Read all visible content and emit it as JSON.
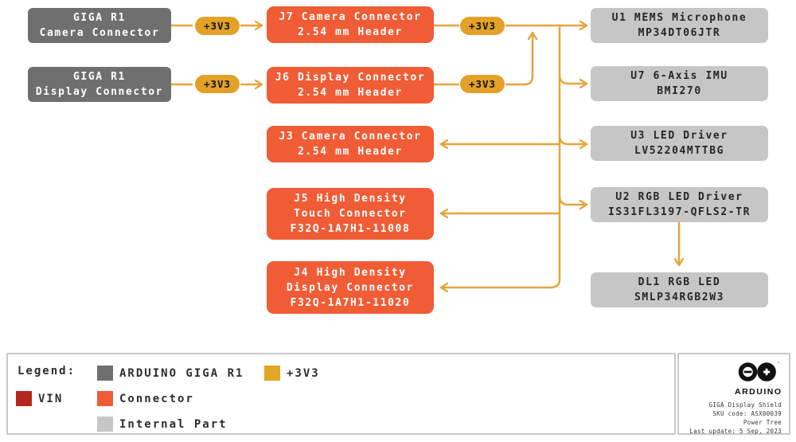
{
  "diagram": {
    "badge_label": "+3V3",
    "nodes": {
      "giga_camera": {
        "lines": [
          "GIGA R1",
          "Camera Connector"
        ]
      },
      "giga_display": {
        "lines": [
          "GIGA R1",
          "Display Connector"
        ]
      },
      "j7": {
        "lines": [
          "J7 Camera Connector",
          "2.54 mm Header"
        ]
      },
      "j6": {
        "lines": [
          "J6 Display Connector",
          "2.54 mm Header"
        ]
      },
      "j3": {
        "lines": [
          "J3 Camera Connector",
          "2.54 mm Header"
        ]
      },
      "j5": {
        "lines": [
          "J5 High Density",
          "Touch Connector",
          "F32Q-1A7H1-11008"
        ]
      },
      "j4": {
        "lines": [
          "J4 High Density",
          "Display Connector",
          "F32Q-1A7H1-11020"
        ]
      },
      "u1": {
        "lines": [
          "U1 MEMS Microphone",
          "MP34DT06JTR"
        ]
      },
      "u7": {
        "lines": [
          "U7 6-Axis IMU",
          "BMI270"
        ]
      },
      "u3": {
        "lines": [
          "U3 LED Driver",
          "LV52204MTTBG"
        ]
      },
      "u2": {
        "lines": [
          "U2 RGB LED Driver",
          "IS31FL3197-QFLS2-TR"
        ]
      },
      "dl1": {
        "lines": [
          "DL1 RGB LED",
          "SMLP34RGB2W3"
        ]
      }
    },
    "colors": {
      "giga_box": "#6F6F6F",
      "connector_box": "#F05C35",
      "internal_box": "#C6C6C6",
      "power_line": "#E6A53C",
      "badge": "#E3A128",
      "vin": "#B5271D"
    }
  },
  "legend": {
    "title": "Legend:",
    "giga": {
      "label": "ARDUINO GIGA R1",
      "color": "#6F6F6F"
    },
    "v33": {
      "label": "+3V3",
      "color": "#E3A626"
    },
    "vin": {
      "label": "VIN",
      "color": "#B5271D"
    },
    "connector": {
      "label": "Connector",
      "color": "#F05C35"
    },
    "internal": {
      "label": "Internal Part",
      "color": "#C6C6C6"
    }
  },
  "info": {
    "brand": "ARDUINO",
    "trademark": "™",
    "lines": [
      "GIGA Display Shield",
      "SKU code: ASX00039",
      "Power Tree",
      "Last update: 5 Sep, 2023"
    ]
  }
}
